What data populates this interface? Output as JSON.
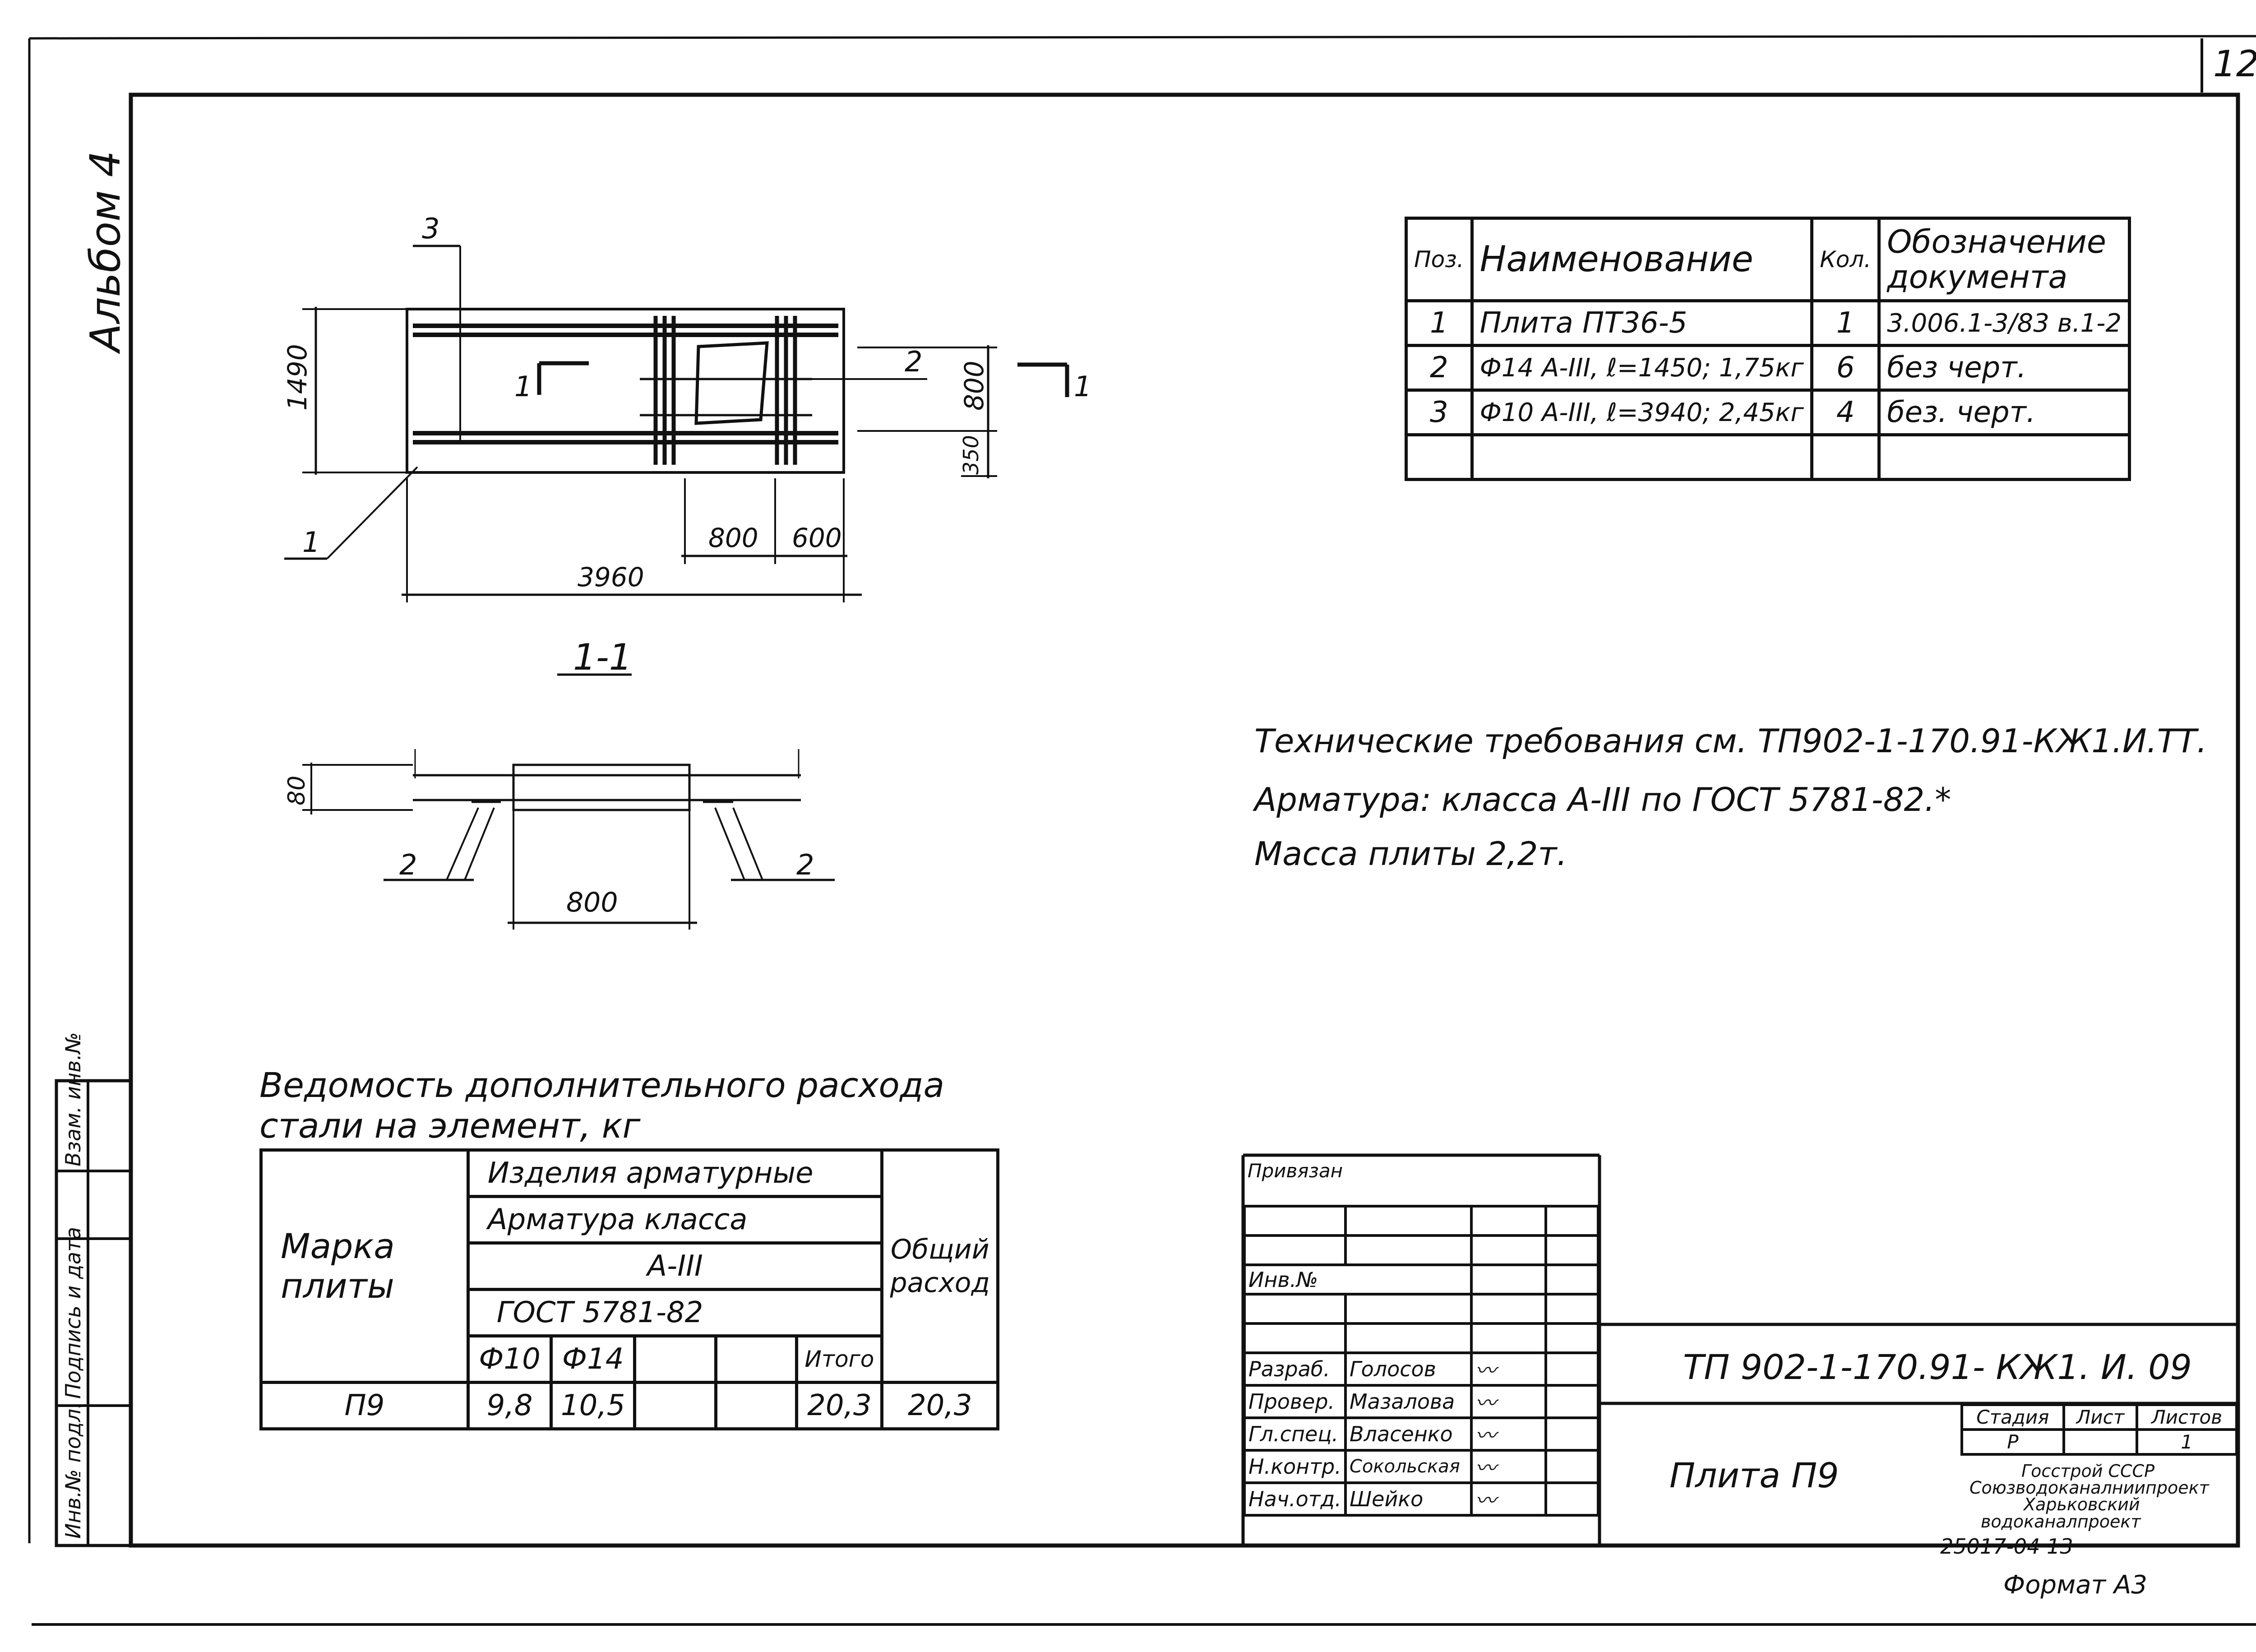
{
  "sheet": {
    "number": "12",
    "album": "Альбом 4",
    "format": "Формат А3",
    "archive_code": "25017-04 13"
  },
  "plan": {
    "dims": {
      "width_total": "3960",
      "height": "1490",
      "right_800": "800",
      "right_350": "350",
      "bottom_800": "800",
      "bottom_600": "600"
    },
    "pos": {
      "p1": "1",
      "p2": "2",
      "p3": "3"
    },
    "cut": {
      "left": "1",
      "right": "1"
    }
  },
  "section": {
    "title": "1-1",
    "dim_thickness": "80",
    "dim_opening": "800",
    "pos_left": "2",
    "pos_right": "2"
  },
  "spec": {
    "headers": {
      "pos": "Поз.",
      "name": "Наименование",
      "qty": "Кол.",
      "doc": "Обозначение документа"
    },
    "rows": [
      {
        "pos": "1",
        "name": "Плита ПТ36-5",
        "qty": "1",
        "doc": "3.006.1-3/83 в.1-2"
      },
      {
        "pos": "2",
        "name": "Ф14 А-III, ℓ=1450; 1,75кг",
        "qty": "6",
        "doc": "без черт."
      },
      {
        "pos": "3",
        "name": "Ф10 А-III, ℓ=3940; 2,45кг",
        "qty": "4",
        "doc": "без. черт."
      }
    ]
  },
  "notes": [
    "Технические требования см. ТП902-1-170.91-КЖ1.И.ТТ.",
    "Арматура: класса А-III по ГОСТ 5781-82.*",
    "Масса плиты 2,2т."
  ],
  "vedomost": {
    "title_line1": "Ведомость дополнительного расхода",
    "title_line2": "стали на элемент, кг",
    "marka": "Марка плиты",
    "izdelia": "Изделия арматурные",
    "armatura_klassa": "Арматура класса",
    "klass": "А-III",
    "gost": "ГОСТ 5781-82",
    "obshiy": "Общий расход",
    "cols": [
      "Ф10",
      "Ф14",
      "",
      "",
      "Итого"
    ],
    "row": {
      "marka": "П9",
      "values": [
        "9,8",
        "10,5",
        "",
        "",
        "20,3"
      ],
      "total": "20,3"
    }
  },
  "title_block": {
    "privyazan": "Привязан",
    "inv_no": "Инв.№",
    "doc_code": "ТП 902-1-170.91- КЖ1. И. 09",
    "people": [
      {
        "role": "Разраб.",
        "name": "Голосов"
      },
      {
        "role": "Провер.",
        "name": "Мазалова"
      },
      {
        "role": "Гл.спец.",
        "name": "Власенко"
      },
      {
        "role": "Н.контр.",
        "name": "Сокольская"
      },
      {
        "role": "Нач.отд.",
        "name": "Шейко"
      }
    ],
    "element_name": "Плита П9",
    "stadia_label": "Стадия",
    "list_label": "Лист",
    "listov_label": "Листов",
    "stadia": "Р",
    "list": "",
    "listov": "1",
    "org": [
      "Госстрой СССР",
      "Союзводоканалниипроект",
      "Харьковский",
      "водоканалпроект"
    ]
  },
  "side_stamp": {
    "vzam": "Взам. инв.№",
    "podpis": "Подпись и дата",
    "inv_podl": "Инв.№ подл."
  }
}
